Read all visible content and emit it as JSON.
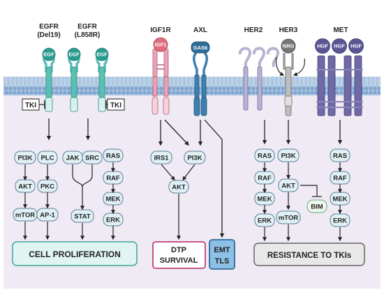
{
  "receptors": {
    "egfr_del19": {
      "name": "EGFR",
      "variant": "(Del19)"
    },
    "egfr_l858r": {
      "name": "EGFR",
      "variant": "(L858R)"
    },
    "igf1r": "IGF1R",
    "axl": "AXL",
    "her2": "HER2",
    "her3": "HER3",
    "met": "MET"
  },
  "ligands": {
    "egf": "EGF",
    "igf1": "IGF1",
    "gas6": "GAS6",
    "nrg": "NRG",
    "hgf": "HGF"
  },
  "inhibitors": {
    "tki": "TKI"
  },
  "nodes": {
    "pi3k": "PI3K",
    "plc": "PLC",
    "akt": "AKT",
    "pkc": "PKC",
    "mtor": "mTOR",
    "ap1": "AP-1",
    "jak": "JAK",
    "src": "SRC",
    "stat": "STAT",
    "ras": "RAS",
    "raf": "RAF",
    "mek": "MEK",
    "erk": "ERK",
    "irs1": "IRS1",
    "bim": "BIM"
  },
  "outcomes": {
    "proliferation": "CELL PROLIFERATION",
    "dtp_line1": "DTP",
    "dtp_line2": "SURVIVAL",
    "emt_line1": "EMT",
    "emt_line2": "TLS",
    "resistance": "RESISTANCE TO TKIs"
  },
  "colors": {
    "membrane": "#a9c4e0",
    "cytoplasm": "#efeaf3",
    "egfr": "#5cbfb3",
    "igf1r": "#e8a4b4",
    "axl": "#3d7fae",
    "her2": "#b7b3d2",
    "her3": "#9a9a9a",
    "met": "#6f6aa5",
    "node_fill": "#e0f0f4",
    "node_stroke": "#5e7d98",
    "proliferation_fill": "#e0f4f2",
    "proliferation_stroke": "#3fa597",
    "dtp_stroke": "#c0407c",
    "emt_fill": "#8cc0e4",
    "emt_stroke": "#2c6b9c",
    "resistance_fill": "#e8e8e8",
    "resistance_stroke": "#666666"
  }
}
